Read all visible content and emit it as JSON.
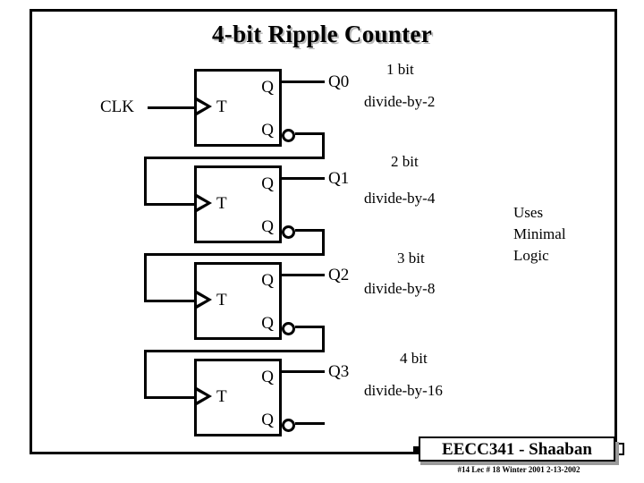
{
  "slide": {
    "title": "4-bit Ripple Counter",
    "clock_label": "CLK",
    "note": "Uses\nMinimal\nLogic",
    "note_lines": [
      "Uses",
      "Minimal",
      "Logic"
    ]
  },
  "flipflops": [
    {
      "t_label": "T",
      "q_label": "Q",
      "qbar_label": "Q",
      "output": "Q0",
      "bit": "1 bit",
      "divide": "divide-by-2"
    },
    {
      "t_label": "T",
      "q_label": "Q",
      "qbar_label": "Q",
      "output": "Q1",
      "bit": "2 bit",
      "divide": "divide-by-4"
    },
    {
      "t_label": "T",
      "q_label": "Q",
      "qbar_label": "Q",
      "output": "Q2",
      "bit": "3 bit",
      "divide": "divide-by-8"
    },
    {
      "t_label": "T",
      "q_label": "Q",
      "qbar_label": "Q",
      "output": "Q3",
      "bit": "4 bit",
      "divide": "divide-by-16"
    }
  ],
  "footer": {
    "course": "EECC341 - Shaaban",
    "details": "#14   Lec # 18   Winter 2001  2-13-2002"
  },
  "colors": {
    "ink": "#000000",
    "paper": "#ffffff",
    "title_shadow": "#b8b8b8",
    "banner_shadow": "#9a9a9a"
  }
}
